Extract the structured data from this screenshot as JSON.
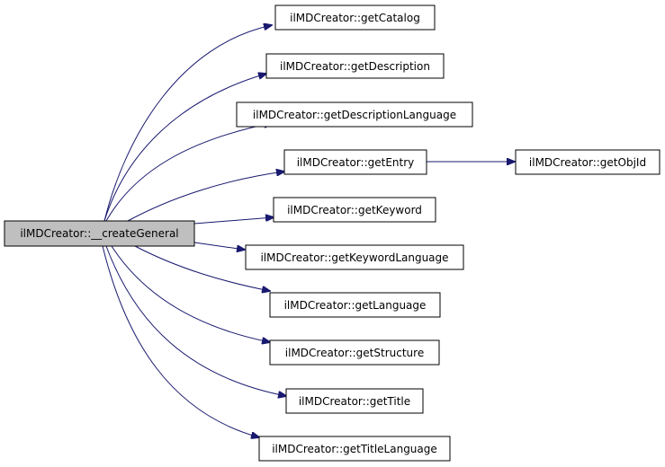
{
  "colors": {
    "edge": "#191970",
    "root_fill": "#bfbfbf",
    "node_fill": "#ffffff",
    "node_stroke": "#000000",
    "background": "#ffffff"
  },
  "root": {
    "label": "ilMDCreator::__createGeneral"
  },
  "callees": [
    {
      "label": "ilMDCreator::getCatalog"
    },
    {
      "label": "ilMDCreator::getDescription"
    },
    {
      "label": "ilMDCreator::getDescriptionLanguage"
    },
    {
      "label": "ilMDCreator::getEntry"
    },
    {
      "label": "ilMDCreator::getKeyword"
    },
    {
      "label": "ilMDCreator::getKeywordLanguage"
    },
    {
      "label": "ilMDCreator::getLanguage"
    },
    {
      "label": "ilMDCreator::getStructure"
    },
    {
      "label": "ilMDCreator::getTitle"
    },
    {
      "label": "ilMDCreator::getTitleLanguage"
    }
  ],
  "secondary": [
    {
      "label": "ilMDCreator::getObjId",
      "caller": "ilMDCreator::getEntry"
    }
  ]
}
